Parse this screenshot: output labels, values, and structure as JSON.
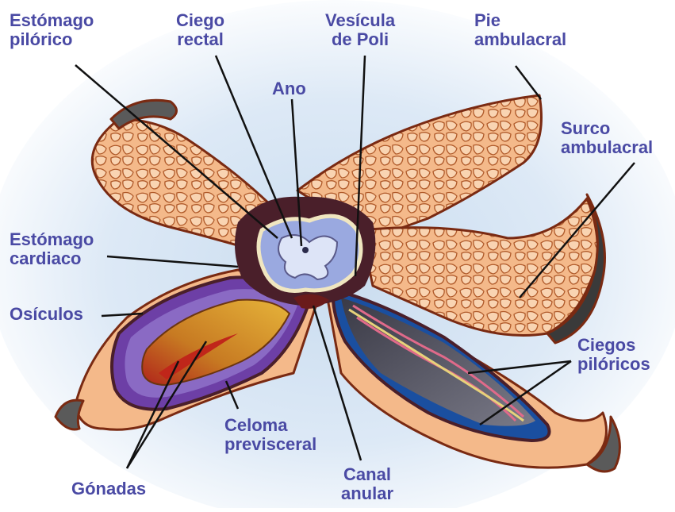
{
  "labels": {
    "estomago_pilorico": [
      "Estómago",
      "pilórico"
    ],
    "ciego_rectal": [
      "Ciego",
      "rectal"
    ],
    "vesicula_poli": [
      "Vesícula",
      "de Poli"
    ],
    "pie_ambulacral": [
      "Pie",
      "ambulacral"
    ],
    "ano": [
      "Ano"
    ],
    "surco_ambulacral": [
      "Surco",
      "ambulacral"
    ],
    "estomago_cardiaco": [
      "Estómago",
      "cardiaco"
    ],
    "osiculos": [
      "Osículos"
    ],
    "ciegos_piloricos": [
      "Ciegos",
      "pilóricos"
    ],
    "celoma_previsceral": [
      "Celoma",
      "previsceral"
    ],
    "canal_anular": [
      "Canal",
      "anular"
    ],
    "gonadas": [
      "Gónadas"
    ]
  },
  "colors": {
    "label_text": "#4a4aa4",
    "background_glow": "#c9dcef",
    "skin": "#f4b98a",
    "skin_outline": "#7a2a12",
    "stomach": "#9aa9e0",
    "gonad": "#d79a2a",
    "ceca_dark": "#2e2e38",
    "ambulacral_groove": "#3a3a3a"
  }
}
